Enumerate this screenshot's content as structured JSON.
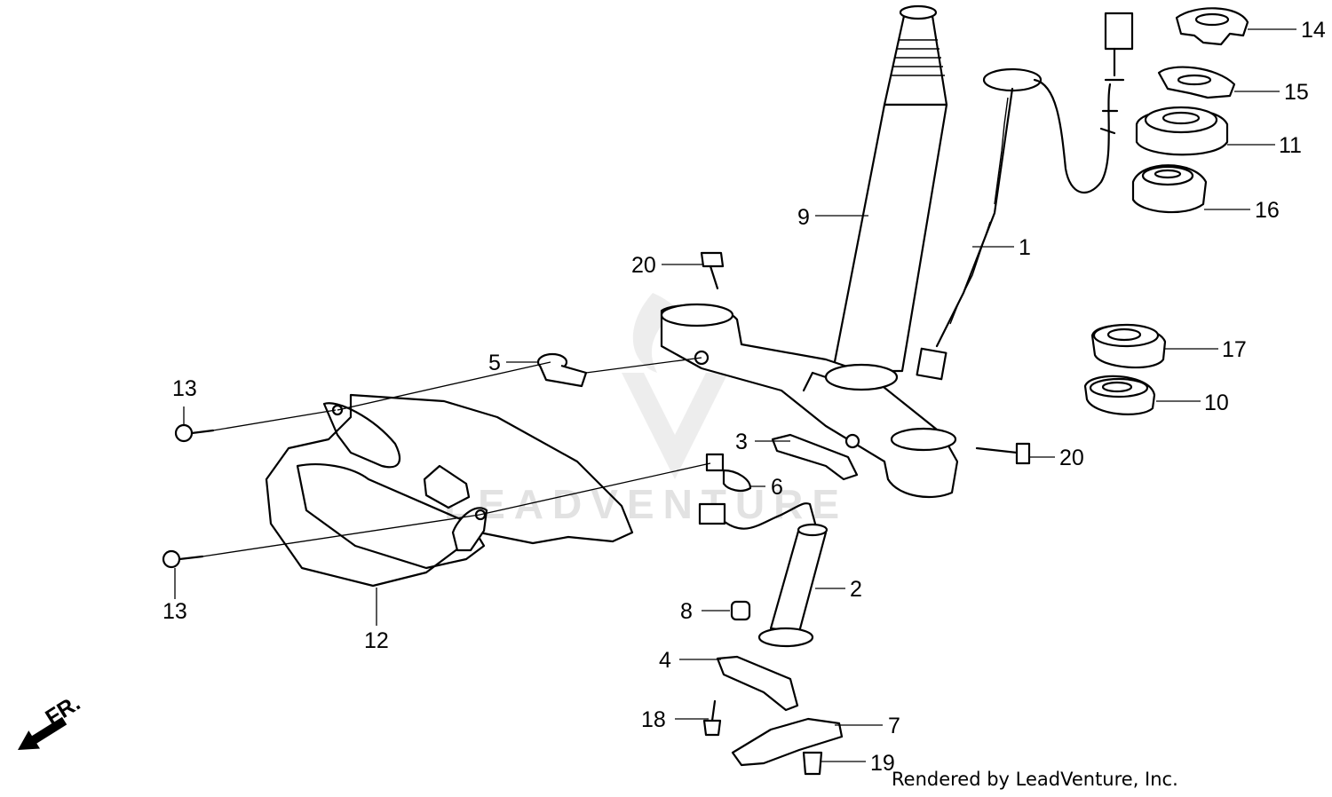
{
  "watermark": {
    "text": "LEADVENTURE"
  },
  "front_indicator": {
    "label": "FR."
  },
  "credit": "Rendered by LeadVenture, Inc.",
  "callouts": {
    "p1": "1",
    "p2": "2",
    "p3": "3",
    "p4": "4",
    "p5": "5",
    "p6": "6",
    "p7": "7",
    "p8": "8",
    "p9": "9",
    "p10": "10",
    "p11": "11",
    "p12": "12",
    "p13a": "13",
    "p13b": "13",
    "p14": "14",
    "p15": "15",
    "p16": "16",
    "p17": "17",
    "p18": "18",
    "p19": "19",
    "p20a": "20",
    "p20b": "20"
  }
}
